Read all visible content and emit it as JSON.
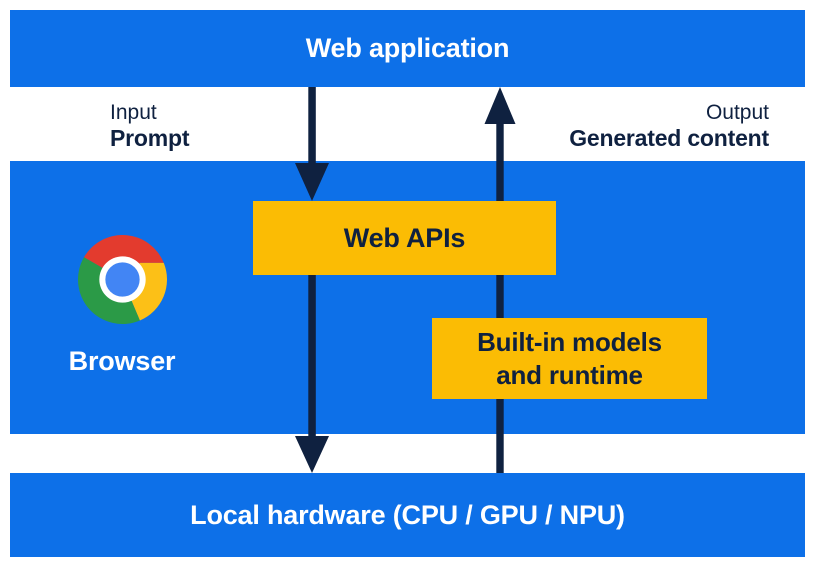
{
  "diagram": {
    "top_bar": {
      "label": "Web application"
    },
    "input_annotation": {
      "caption": "Input",
      "value": "Prompt"
    },
    "output_annotation": {
      "caption": "Output",
      "value": "Generated content"
    },
    "browser_panel": {
      "label": "Browser",
      "web_apis_box": {
        "label": "Web APIs"
      },
      "builtin_models_box": {
        "line1": "Built-in models",
        "line2": "and runtime"
      }
    },
    "bottom_bar": {
      "label": "Local hardware (CPU / GPU / NPU)"
    },
    "icons": {
      "chrome_logo": "chrome-browser-logo",
      "down_arrow": "downward-flow-arrow",
      "up_arrow": "upward-flow-arrow"
    },
    "colors": {
      "panel_blue": "#0d70e8",
      "box_yellow": "#fbbc04",
      "ink_navy": "#0f2140",
      "white": "#ffffff",
      "chrome_red": "#e33b2e",
      "chrome_green": "#2b9a47",
      "chrome_yellow": "#fcc017",
      "chrome_blue": "#4285f4"
    }
  }
}
